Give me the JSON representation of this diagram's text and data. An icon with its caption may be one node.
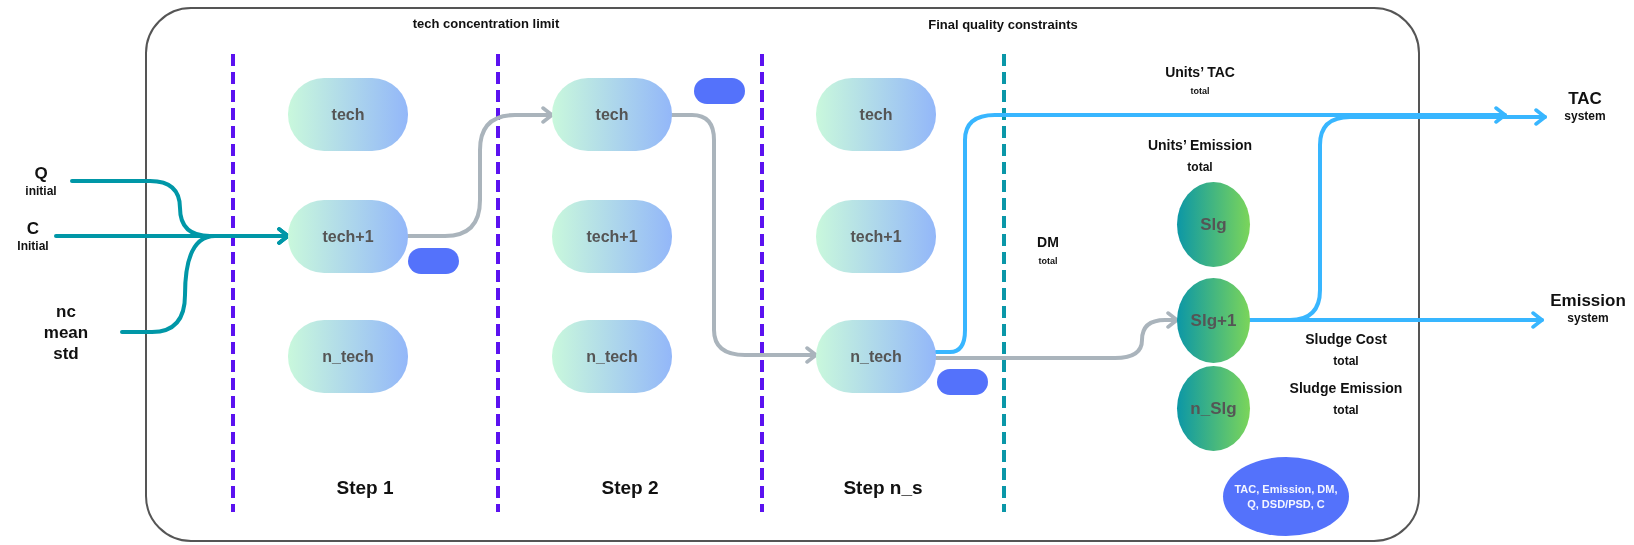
{
  "diagram": {
    "nodes": [
      {
        "text": [
          "Q",
          "initial"
        ]
      },
      {
        "text": [
          "C",
          "Initial"
        ]
      },
      {
        "text": [
          "nc mean std"
        ]
      },
      {
        "text": [
          "tech"
        ]
      },
      {
        "text": [
          "tech+1"
        ]
      },
      {
        "text": [
          "n_tech"
        ]
      },
      {
        "text": [],
        "shape": "box"
      },
      {
        "text": [
          "tech"
        ]
      },
      {
        "text": [
          "tech+1"
        ]
      },
      {
        "text": [
          "n_tech"
        ]
      },
      {
        "text": [],
        "shape": "box"
      },
      {
        "text": [
          "tech"
        ]
      },
      {
        "text": [
          "tech+1"
        ]
      },
      {
        "text": [
          "n_tech"
        ]
      },
      {
        "text": [],
        "shape": "box"
      },
      {
        "text": [
          "Slg"
        ]
      },
      {
        "text": [
          "Slg+1"
        ]
      },
      {
        "text": [
          "n_Slg"
        ]
      },
      {
        "text": [
          "TAC, Emission, DM, Q, DSD/PSD, C"
        ]
      },
      {
        "text": [
          "TAC",
          "system"
        ]
      },
      {
        "text": [
          "Emission",
          "system"
        ]
      }
    ],
    "edges": [
      {
        "from": 0,
        "to": 4,
        "arrow": "to",
        "color": "#0097a7"
      },
      {
        "from": 1,
        "to": 4,
        "arrow": "to",
        "color": "#0097a7"
      },
      {
        "from": 2,
        "to": 4,
        "arrow": "to",
        "color": "#0097a7"
      },
      {
        "from": 4,
        "to": 7,
        "arrow": "to",
        "color": "#aab4bc"
      },
      {
        "from": 7,
        "to": 13,
        "arrow": "to",
        "color": "#aab4bc"
      },
      {
        "from": 13,
        "to": 16,
        "arrow": "to",
        "color": "#aab4bc"
      },
      {
        "from": 13,
        "to": 19,
        "arrow": "to",
        "color": "#38b6ff"
      },
      {
        "from": 16,
        "to": 19,
        "arrow": "to",
        "color": "#38b6ff"
      },
      {
        "from": 16,
        "to": 20,
        "arrow": "to",
        "color": "#38b6ff"
      }
    ],
    "labels": [
      "tech concentration limit",
      "Final quality constraints",
      "Units’ TAC",
      "total",
      "Units’ Emission",
      "total",
      "DM",
      "total",
      "Sludge Cost",
      "total",
      "Sludge Emission",
      "total",
      "Step 1",
      "Step 2",
      "Step n_s"
    ]
  }
}
